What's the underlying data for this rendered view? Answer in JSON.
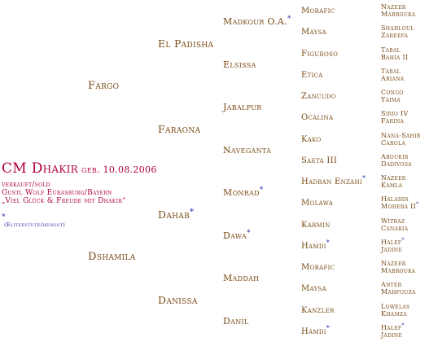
{
  "subject": {
    "name": "CM Dhakir",
    "dob": "geb. 10.08.2006",
    "status": "verkauft/sold",
    "owner": "Gustl Wolf Eurasburg/Bayern",
    "slogan": "„Viel Glück & Freude mit Dhakir“",
    "legend_mark": "*",
    "legend_text": "(Eliteestute/hengst)"
  },
  "marks": {
    "elite": "*"
  },
  "gen1": [
    {
      "name": "Fargo",
      "elite": false
    },
    {
      "name": "Dshamila",
      "elite": false
    }
  ],
  "gen2": [
    {
      "name": "El Padisha",
      "elite": false
    },
    {
      "name": "Faraona",
      "elite": false
    },
    {
      "name": "Dahab",
      "elite": true
    },
    {
      "name": "Danissa",
      "elite": false
    }
  ],
  "gen3": [
    {
      "name": "Madkour O.A.",
      "elite": true
    },
    {
      "name": "Elsissa",
      "elite": false
    },
    {
      "name": "Jabalpur",
      "elite": false
    },
    {
      "name": "Naveganta",
      "elite": false
    },
    {
      "name": "Monrad",
      "elite": true
    },
    {
      "name": "Dawa",
      "elite": true
    },
    {
      "name": "Maddah",
      "elite": false
    },
    {
      "name": "Danil",
      "elite": false
    }
  ],
  "gen4": [
    {
      "name": "Morafic",
      "elite": false
    },
    {
      "name": "Maysa",
      "elite": false
    },
    {
      "name": "Figuroso",
      "elite": false
    },
    {
      "name": "Etica",
      "elite": false
    },
    {
      "name": "Zancudo",
      "elite": false
    },
    {
      "name": "Ocalina",
      "elite": false
    },
    {
      "name": "Kako",
      "elite": false
    },
    {
      "name": "Saeta III",
      "elite": false
    },
    {
      "name": "Hadban Enzahi",
      "elite": true
    },
    {
      "name": "Molawa",
      "elite": false
    },
    {
      "name": "Karmin",
      "elite": false
    },
    {
      "name": "Hamdi",
      "elite": true
    },
    {
      "name": "Morafic",
      "elite": false
    },
    {
      "name": "Maysa",
      "elite": false
    },
    {
      "name": "Kanzler",
      "elite": false
    },
    {
      "name": "Hamdi",
      "elite": true
    }
  ],
  "gen5": [
    {
      "sire": "Nazeer",
      "sire_elite": false,
      "dam": "Mabrouka",
      "dam_elite": false
    },
    {
      "sire": "Shahloul",
      "sire_elite": false,
      "dam": "Zareefa",
      "dam_elite": false
    },
    {
      "sire": "Tabal",
      "sire_elite": false,
      "dam": "Bahia II",
      "dam_elite": false
    },
    {
      "sire": "Tabal",
      "sire_elite": false,
      "dam": "Ariana",
      "dam_elite": false
    },
    {
      "sire": "Congo",
      "sire_elite": false,
      "dam": "Yaima",
      "dam_elite": false
    },
    {
      "sire": "Sirio IV",
      "sire_elite": false,
      "dam": "Farina",
      "dam_elite": false
    },
    {
      "sire": "Nana-Sahib",
      "sire_elite": false,
      "dam": "Carola",
      "dam_elite": false
    },
    {
      "sire": "Aboukir",
      "sire_elite": false,
      "dam": "Dadivosa",
      "dam_elite": false
    },
    {
      "sire": "Nazeer",
      "sire_elite": false,
      "dam": "Kamla",
      "dam_elite": false
    },
    {
      "sire": "Haladin",
      "sire_elite": false,
      "dam": "Moheba II",
      "dam_elite": true
    },
    {
      "sire": "Witraz",
      "sire_elite": false,
      "dam": "Canaria",
      "dam_elite": false
    },
    {
      "sire": "Halef",
      "sire_elite": true,
      "dam": "Jadine",
      "dam_elite": false
    },
    {
      "sire": "Nazeer",
      "sire_elite": false,
      "dam": "Mabrouka",
      "dam_elite": false
    },
    {
      "sire": "Anter",
      "sire_elite": false,
      "dam": "Mahfouza",
      "dam_elite": false
    },
    {
      "sire": "Lowelas",
      "sire_elite": false,
      "dam": "Khamza",
      "dam_elite": false
    },
    {
      "sire": "Halef",
      "sire_elite": true,
      "dam": "Jadine",
      "dam_elite": false
    }
  ]
}
